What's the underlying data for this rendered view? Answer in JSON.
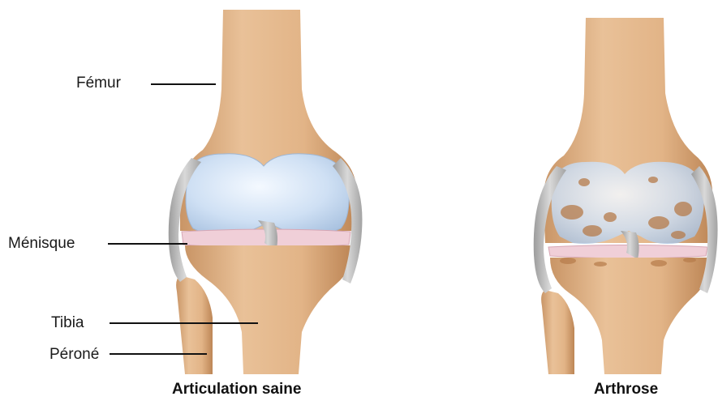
{
  "labels": {
    "femur": "Fémur",
    "menisque": "Ménisque",
    "tibia": "Tibia",
    "perone": "Péroné"
  },
  "captions": {
    "healthy": "Articulation saine",
    "arthrosis": "Arthrose"
  },
  "colors": {
    "bone": "#e2b487",
    "bone_shadow": "#c58f5e",
    "cartilage": "#cfe0f4",
    "meniscus": "#f0cfd8",
    "ligament": "#b7b7b7",
    "wear": "#b67b4a"
  }
}
